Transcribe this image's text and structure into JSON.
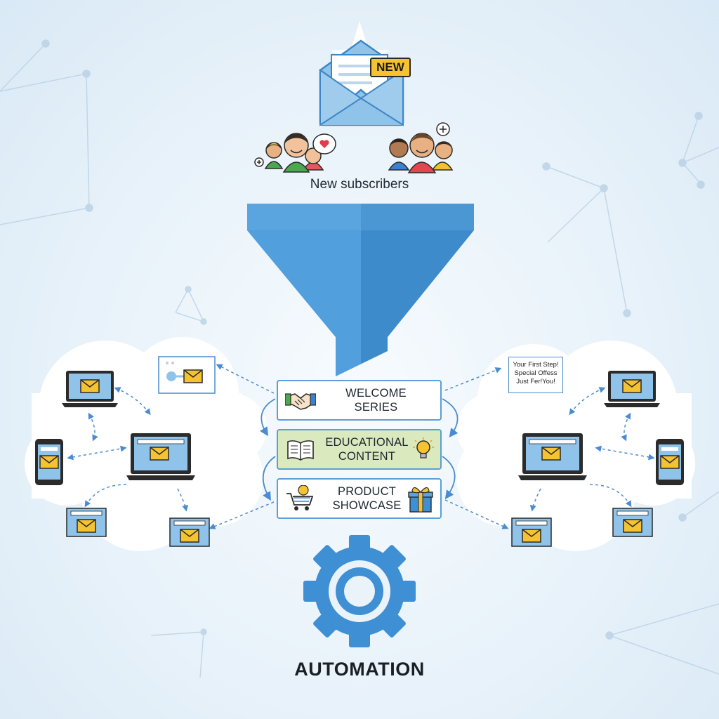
{
  "top": {
    "badge": "NEW",
    "subscribers_label": "New subscribers"
  },
  "stages": [
    {
      "line1": "WELCOME",
      "line2": "SERIES",
      "icon": "handshake-icon",
      "color": "#ffffff"
    },
    {
      "line1": "EDUCATIONAL",
      "line2": "CONTENT",
      "icon": "book-icon",
      "icon2": "lightbulb-icon",
      "color": "#dbe9bf"
    },
    {
      "line1": "PRODUCT",
      "line2": "SHOWCASE",
      "icon": "cart-icon",
      "icon2": "gift-icon",
      "color": "#ffffff"
    }
  ],
  "note": {
    "line1": "Your First Step!",
    "line2": "Special Offess",
    "line3": "Just Fer!You!"
  },
  "footer": {
    "automation_label": "AUTOMATION"
  },
  "colors": {
    "funnel": "#4a97d4",
    "gear": "#3e8fd4",
    "envelope": "#f5c331",
    "screen": "#8fc3ea"
  }
}
